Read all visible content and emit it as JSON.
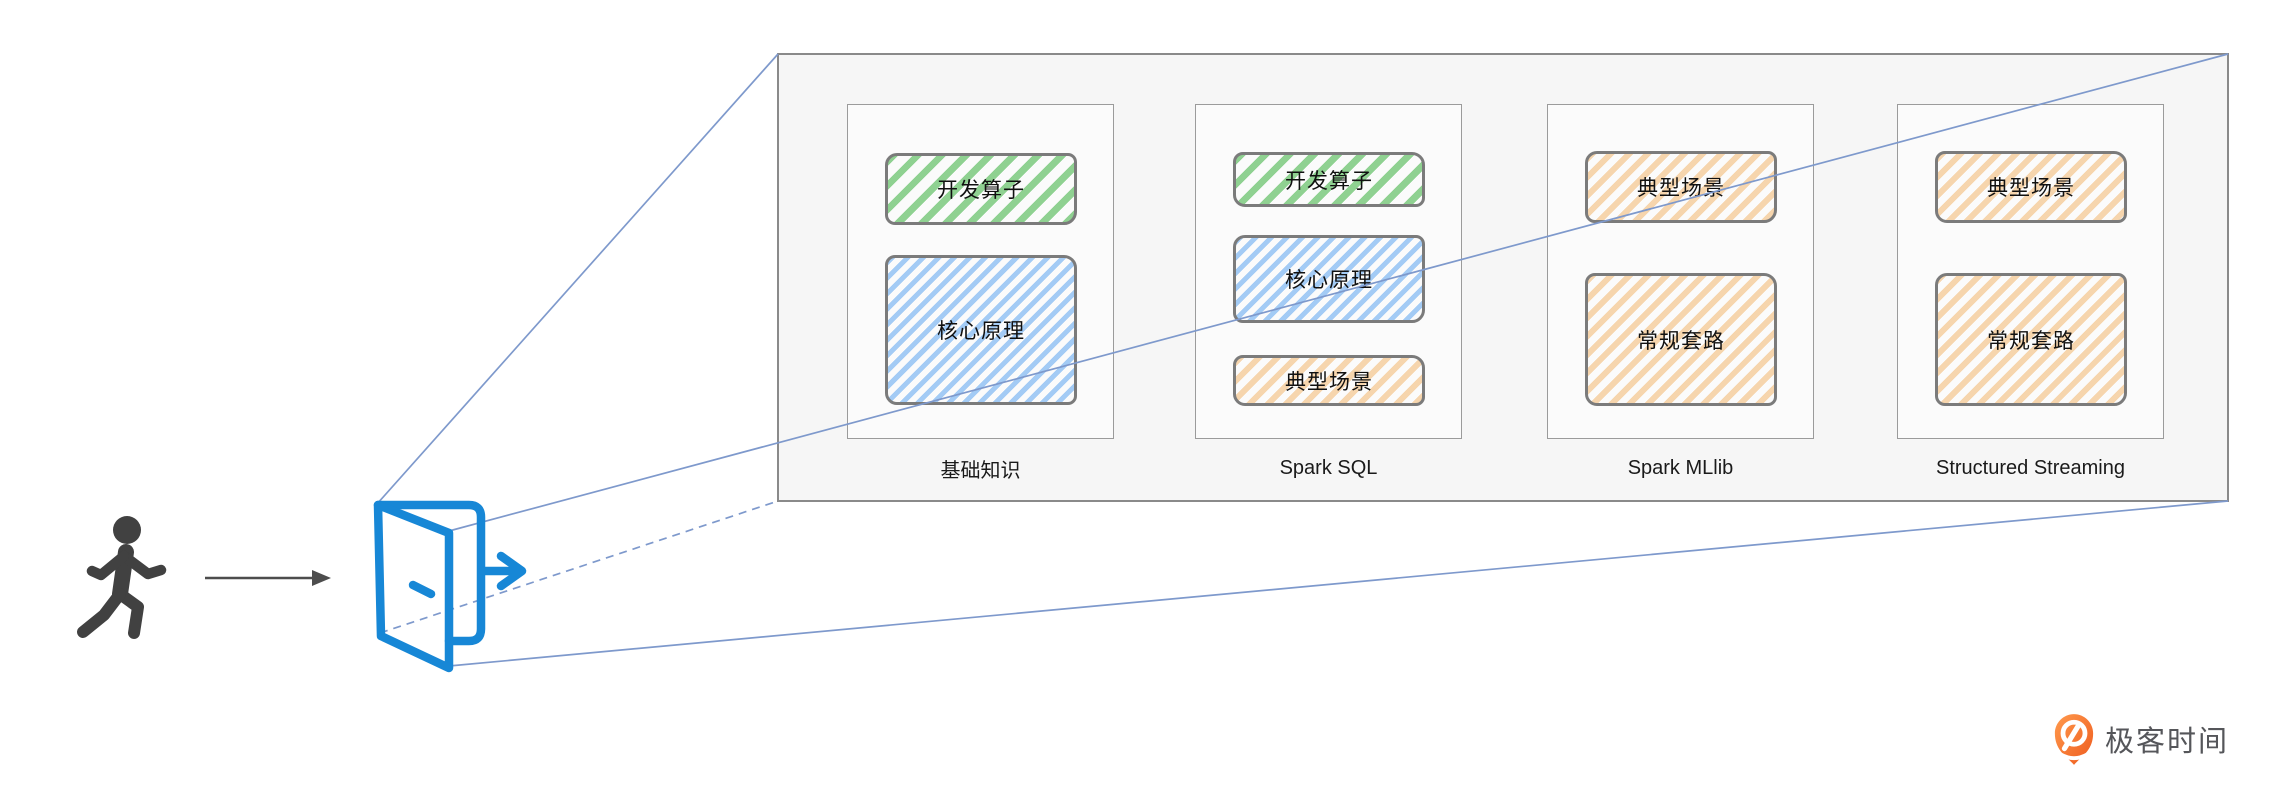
{
  "figure": {
    "columns": [
      {
        "label": "基础知识",
        "boxes": [
          {
            "label": "开发算子",
            "style": "green-hatch"
          },
          {
            "label": "核心原理",
            "style": "blue-hatch"
          }
        ]
      },
      {
        "label": "Spark SQL",
        "boxes": [
          {
            "label": "开发算子",
            "style": "green-hatch"
          },
          {
            "label": "核心原理",
            "style": "blue-hatch"
          },
          {
            "label": "典型场景",
            "style": "orange-hatch"
          }
        ]
      },
      {
        "label": "Spark MLlib",
        "boxes": [
          {
            "label": "典型场景",
            "style": "orange-hatch"
          },
          {
            "label": "常规套路",
            "style": "orange-hatch"
          }
        ]
      },
      {
        "label": "Structured Streaming",
        "boxes": [
          {
            "label": "典型场景",
            "style": "orange-hatch"
          },
          {
            "label": "常规套路",
            "style": "orange-hatch"
          }
        ]
      }
    ],
    "icons": {
      "walking_person": "walking-person-icon",
      "open_door": "open-door-icon",
      "door_exit_arrow": "door-exit-arrow-icon",
      "flow_arrow": "right-arrow-icon",
      "logo_mark": "geektime-pin-icon"
    },
    "colors": {
      "green_hatch": "#8fd191",
      "blue_hatch": "#a3cbf5",
      "orange_hatch": "#f6d5ad",
      "box_border": "#7b7b7b",
      "door_blue": "#1787d6",
      "projection_line": "#7e99cc",
      "person_gray": "#414141",
      "logo_orange": "#f25c1f",
      "logo_text_gray": "#55565a"
    },
    "brand": {
      "logo_text": "极客时间"
    }
  }
}
